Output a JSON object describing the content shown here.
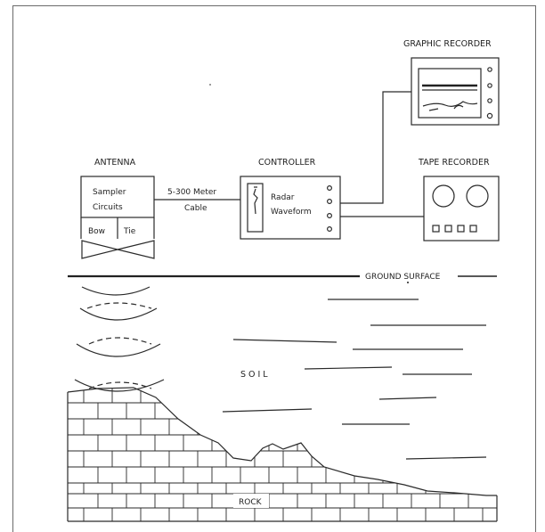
{
  "labels": {
    "graphic_recorder": "GRAPHIC RECORDER",
    "antenna": "ANTENNA",
    "controller": "CONTROLLER",
    "tape_recorder": "TAPE RECORDER",
    "sampler_line1": "Sampler",
    "sampler_line2": "Circuits",
    "cable_length": "5-300 Meter",
    "cable": "Cable",
    "radar": "Radar",
    "waveform": "Waveform",
    "bow": "Bow",
    "tie": "Tie",
    "ground_surface": "GROUND SURFACE",
    "soil": "SOIL",
    "rock": "ROCK"
  }
}
